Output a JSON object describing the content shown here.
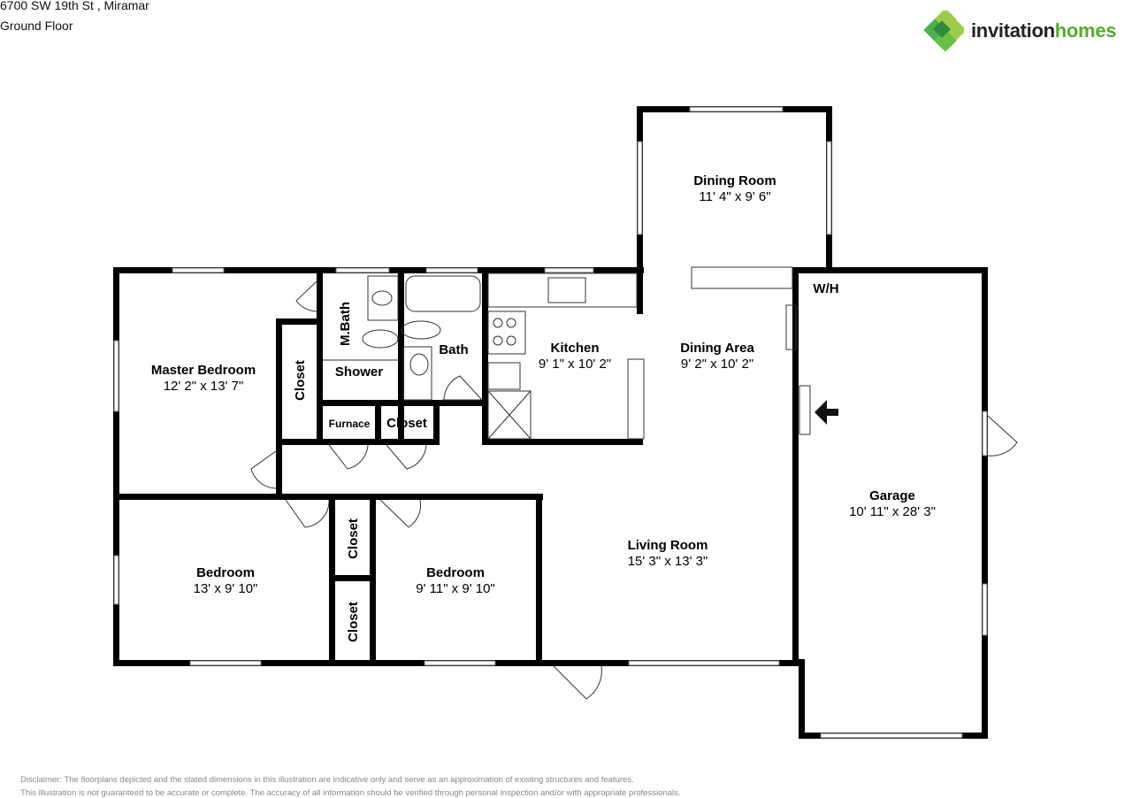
{
  "header": {
    "address": "6700 SW 19th St , Miramar",
    "floor": "Ground Floor"
  },
  "logo": {
    "icon": "clover-diamond-logo-icon",
    "text_primary": "invitation",
    "text_secondary": "homes",
    "colors": {
      "dark_green": "#2e8b3e",
      "mid_green": "#5aa832",
      "light_green": "#9ccc4a"
    }
  },
  "rooms": {
    "dining_room": {
      "name": "Dining Room",
      "dims": "11' 4\" x 9' 6\""
    },
    "master_bedroom": {
      "name": "Master Bedroom",
      "dims": "12' 2\" x 13' 7\""
    },
    "master_closet": {
      "name": "Closet"
    },
    "m_bath": {
      "name": "M.Bath"
    },
    "shower": {
      "name": "Shower"
    },
    "bath": {
      "name": "Bath"
    },
    "kitchen": {
      "name": "Kitchen",
      "dims": "9' 1\" x 10' 2\""
    },
    "dining_area": {
      "name": "Dining Area",
      "dims": "9' 2\" x 10' 2\""
    },
    "wh": {
      "name": "W/H"
    },
    "furnace": {
      "name": "Furnace"
    },
    "hall_closet": {
      "name": "Closet"
    },
    "garage": {
      "name": "Garage",
      "dims": "10' 11\" x 28' 3\""
    },
    "bedroom_left": {
      "name": "Bedroom",
      "dims": "13' x 9' 10\""
    },
    "closet_upper": {
      "name": "Closet"
    },
    "closet_lower": {
      "name": "Closet"
    },
    "bedroom_right": {
      "name": "Bedroom",
      "dims": "9' 11\" x 9' 10\""
    },
    "living_room": {
      "name": "Living Room",
      "dims": "15' 3\" x 13' 3\""
    }
  },
  "entry_marker": {
    "icon": "entry-arrow-icon"
  },
  "disclaimer": {
    "line1": "Disclaimer: The floorplans depicted and the stated dimensions in this illustration are indicative only and serve as an approximation of existing structures and features.",
    "line2": "This illustration is not guaranteed to be accurate or complete. The accuracy of all information should be verified through personal inspection and/or with appropriate professionals."
  }
}
